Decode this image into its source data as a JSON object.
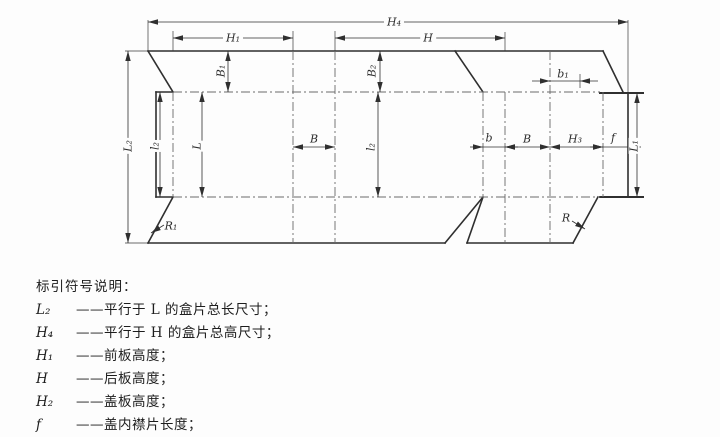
{
  "diagram": {
    "labels": {
      "h4": "H₄",
      "h1": "H₁",
      "h": "H",
      "b1_top": "B₁",
      "b2_top": "B₂",
      "b1_small": "b₁",
      "l2_total": "L₂",
      "l2_left": "l₂",
      "l_main": "L",
      "b_mid": "B",
      "l2_right": "l₂",
      "b_small": "b",
      "b_right": "B",
      "h3": "H₃",
      "f": "f",
      "l1": "L₁",
      "r1": "R₁",
      "r": "R"
    },
    "line_color": "#2f2f2f",
    "fold_color": "#6a6a6a"
  },
  "legend": {
    "title": "标引符号说明：",
    "items": [
      {
        "symbol": "L₂",
        "desc": "——平行于 L 的盒片总长尺寸；"
      },
      {
        "symbol": "H₄",
        "desc": "——平行于 H 的盒片总高尺寸；"
      },
      {
        "symbol": "H₁",
        "desc": "——前板高度；"
      },
      {
        "symbol": "H",
        "desc": "——后板高度；"
      },
      {
        "symbol": "H₂",
        "desc": "——盖板高度；"
      },
      {
        "symbol": "f",
        "desc": "——盖内襟片长度；"
      }
    ]
  }
}
